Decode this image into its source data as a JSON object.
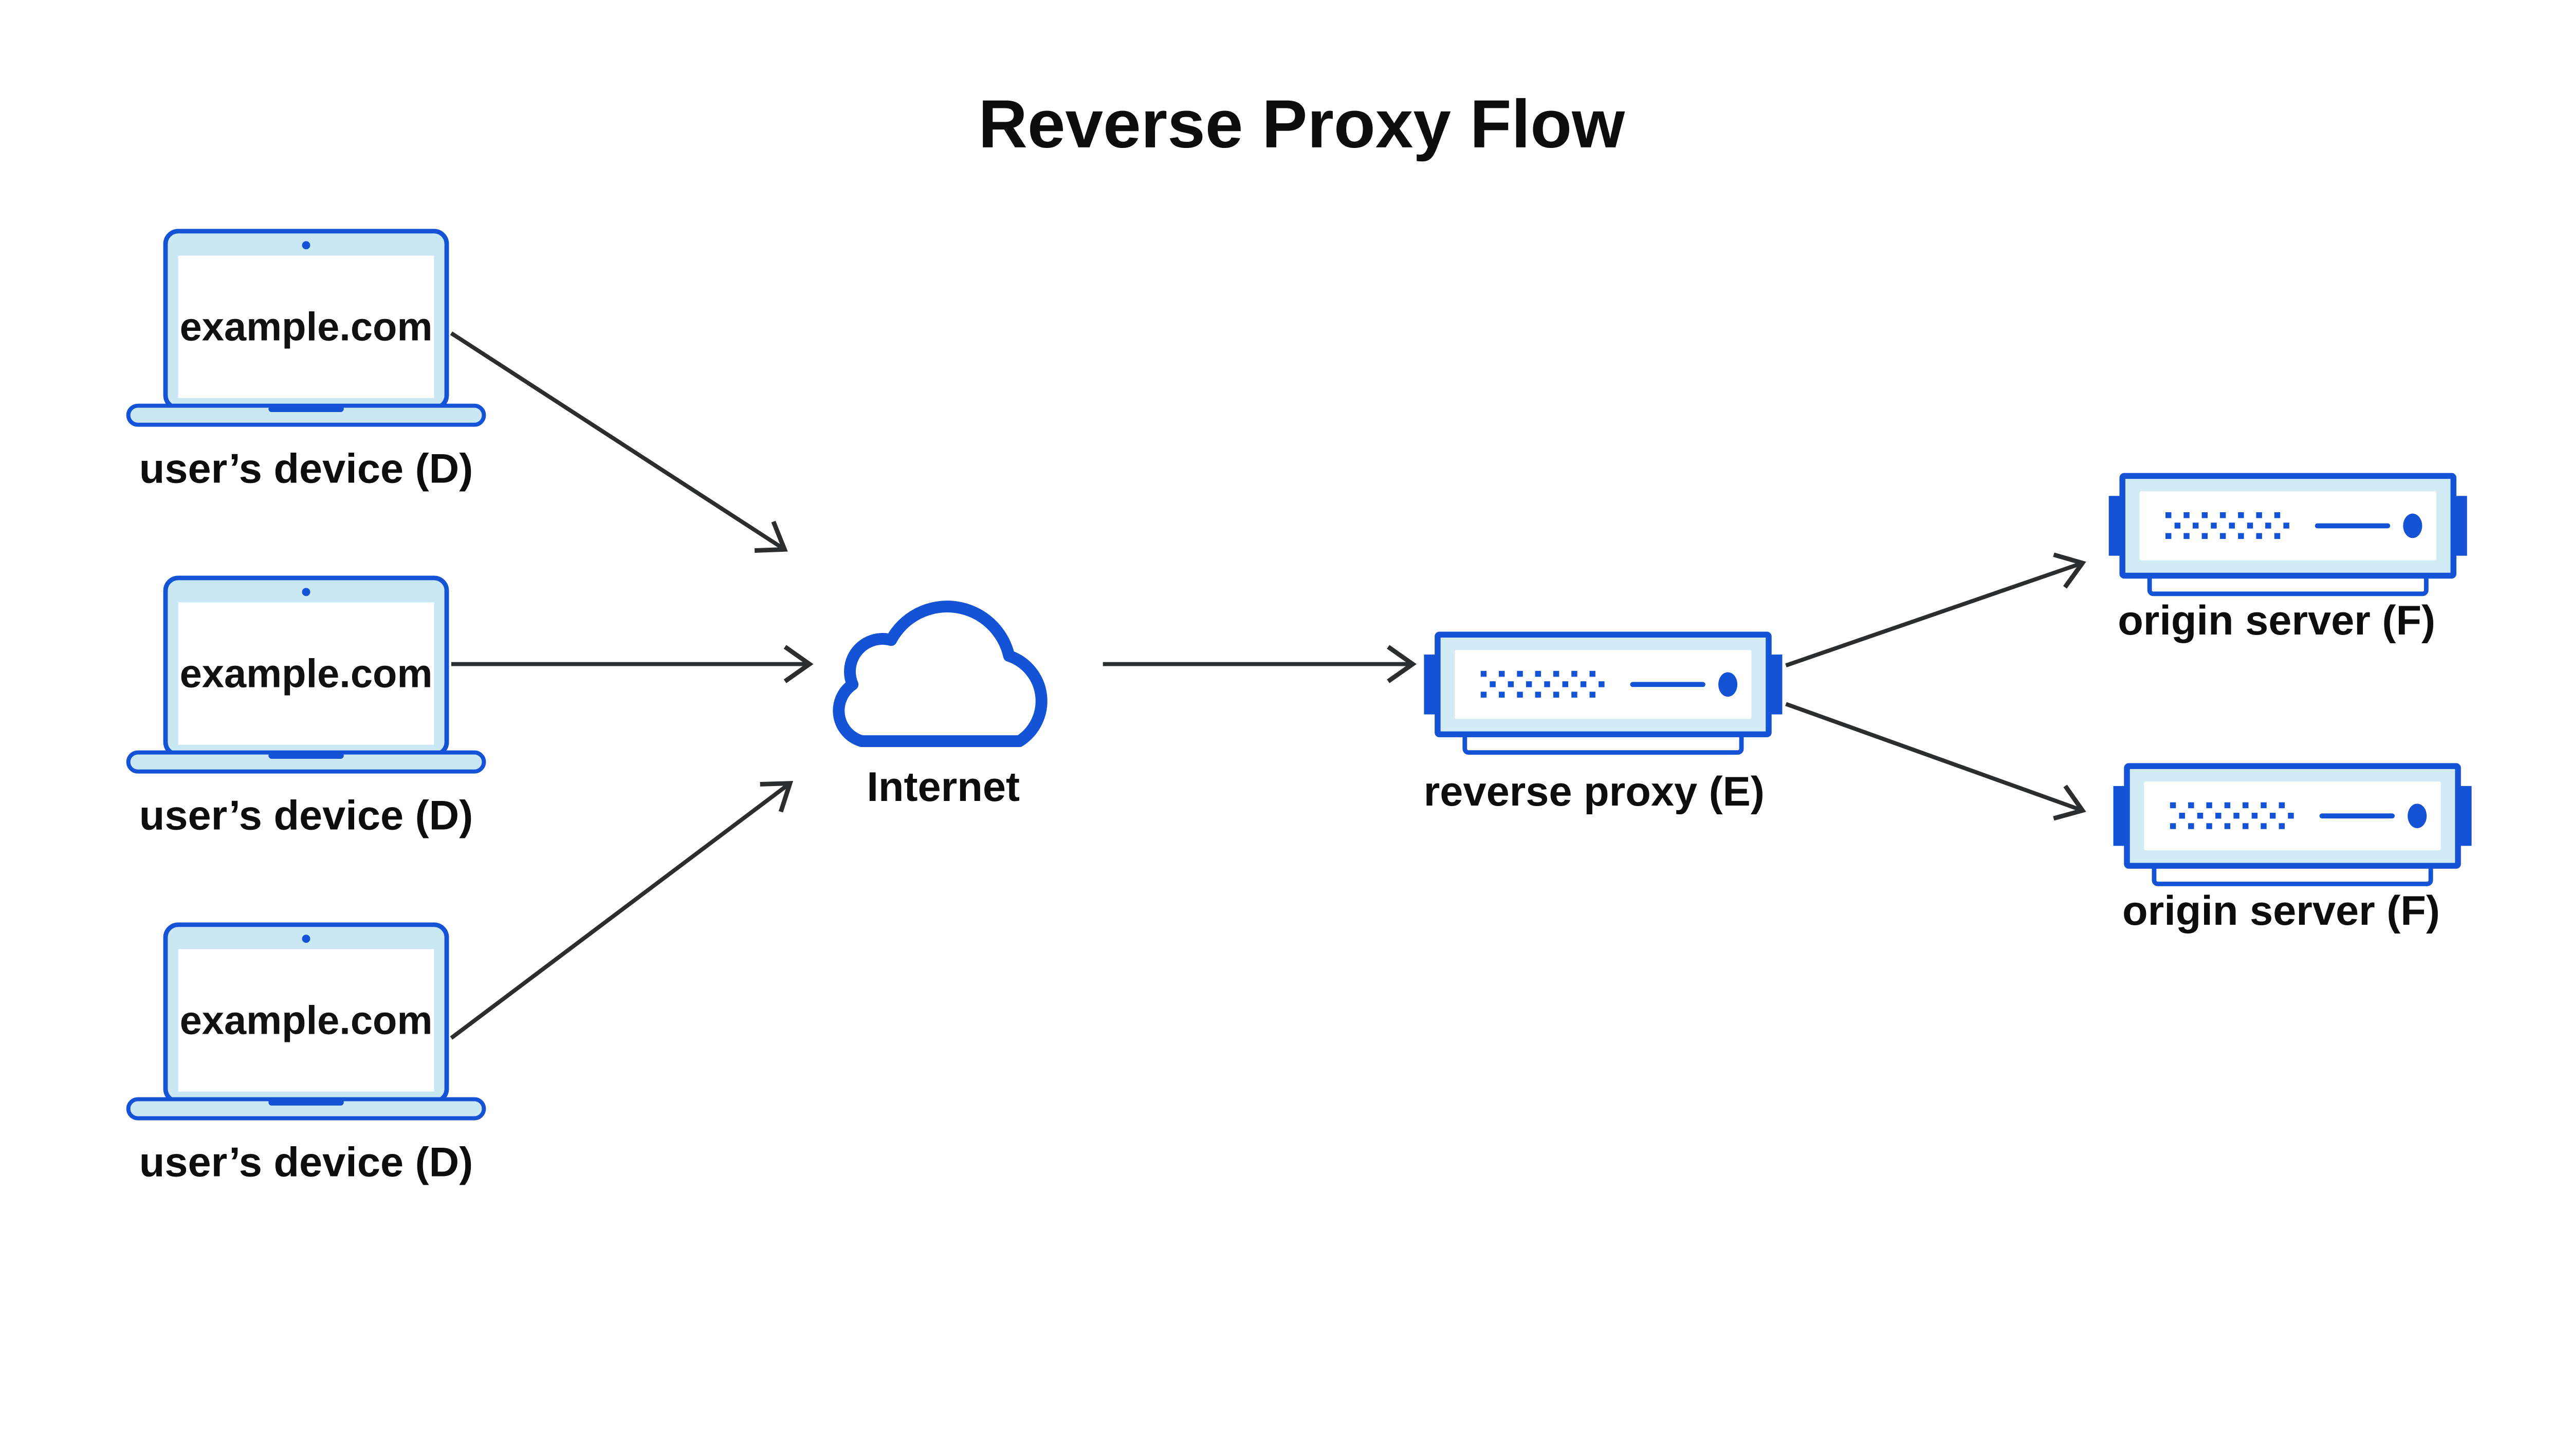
{
  "title": "Reverse Proxy Flow",
  "user_devices": [
    {
      "screen_label": "example.com",
      "caption": "user’s device (D)"
    },
    {
      "screen_label": "example.com",
      "caption": "user’s device (D)"
    },
    {
      "screen_label": "example.com",
      "caption": "user’s device (D)"
    }
  ],
  "internet_label": "Internet",
  "reverse_proxy_label": "reverse proxy (E)",
  "origin_servers": [
    {
      "label": "origin server (F)"
    },
    {
      "label": "origin server (F)"
    }
  ],
  "icons": {
    "laptop": "laptop-icon",
    "cloud": "cloud-icon",
    "server": "server-rack-icon",
    "arrow": "flow-arrow"
  },
  "colors": {
    "primary_blue": "#1553d6",
    "light_cyan_fill": "#c9e8f3",
    "server_fill": "#d2ebf5",
    "arrow_dark": "#2b2d2e",
    "text_black": "#0d0d0d",
    "background": "#ffffff"
  }
}
